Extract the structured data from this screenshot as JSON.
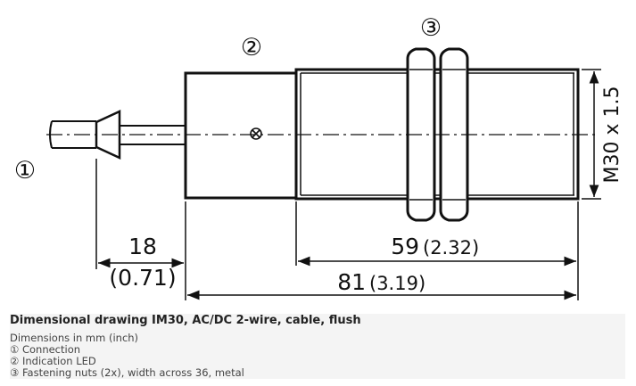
{
  "drawing": {
    "callouts": [
      "①",
      "②",
      "③"
    ],
    "thread_label": "M30 x 1.5",
    "dimensions": {
      "cable_len_mm": "18",
      "cable_len_in": "(0.71)",
      "thread_len_mm": "59",
      "thread_len_in": "(2.32)",
      "total_len_mm": "81",
      "total_len_in": "(3.19)"
    }
  },
  "caption": {
    "title": "Dimensional drawing IM30, AC/DC 2-wire, cable, flush",
    "units": "Dimensions in mm (inch)",
    "items": [
      "① Connection",
      "② Indication LED",
      "③ Fastening nuts (2x), width across 36, metal"
    ]
  }
}
